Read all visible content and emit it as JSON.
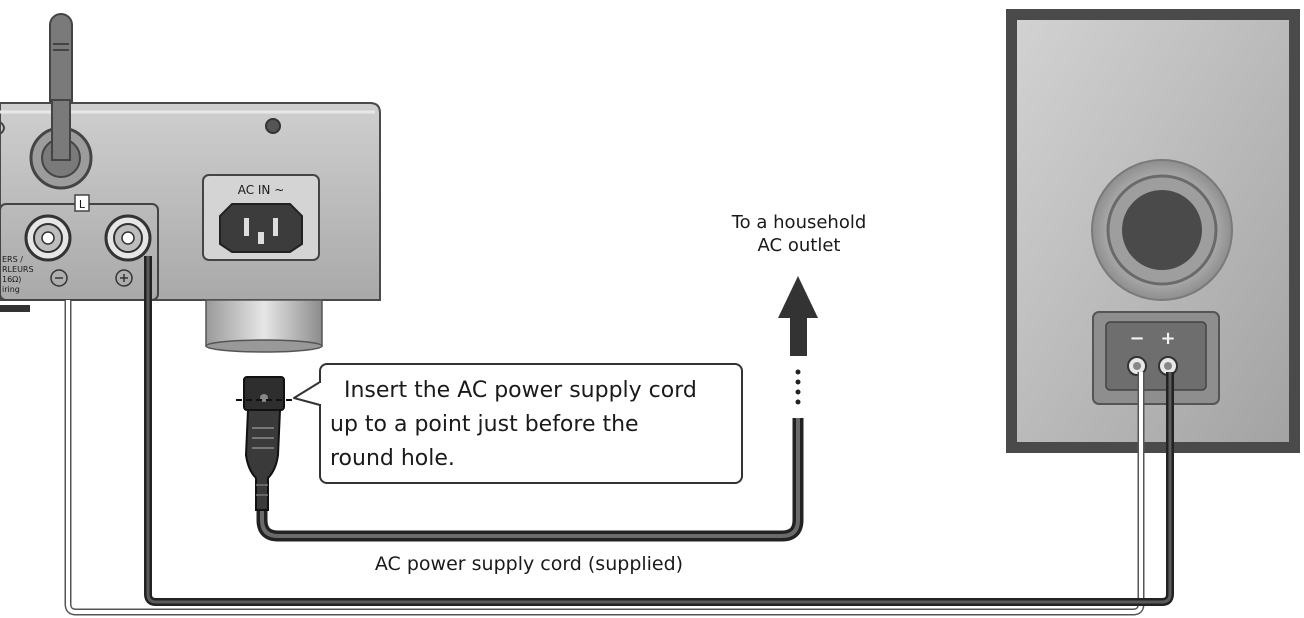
{
  "labels": {
    "ac_in": "AC IN ~",
    "channel": "L",
    "outlet_line1": "To a household",
    "outlet_line2": "AC outlet",
    "cord_caption": "AC power supply cord (supplied)",
    "minus": "−",
    "plus": "+",
    "amp_terminal_text": [
      "ERS /",
      "RLEURS",
      "16Ω)",
      "iring"
    ]
  },
  "callout": {
    "lines": [
      "Insert the AC power supply cord",
      "up to a point just before the",
      "round hole."
    ]
  }
}
